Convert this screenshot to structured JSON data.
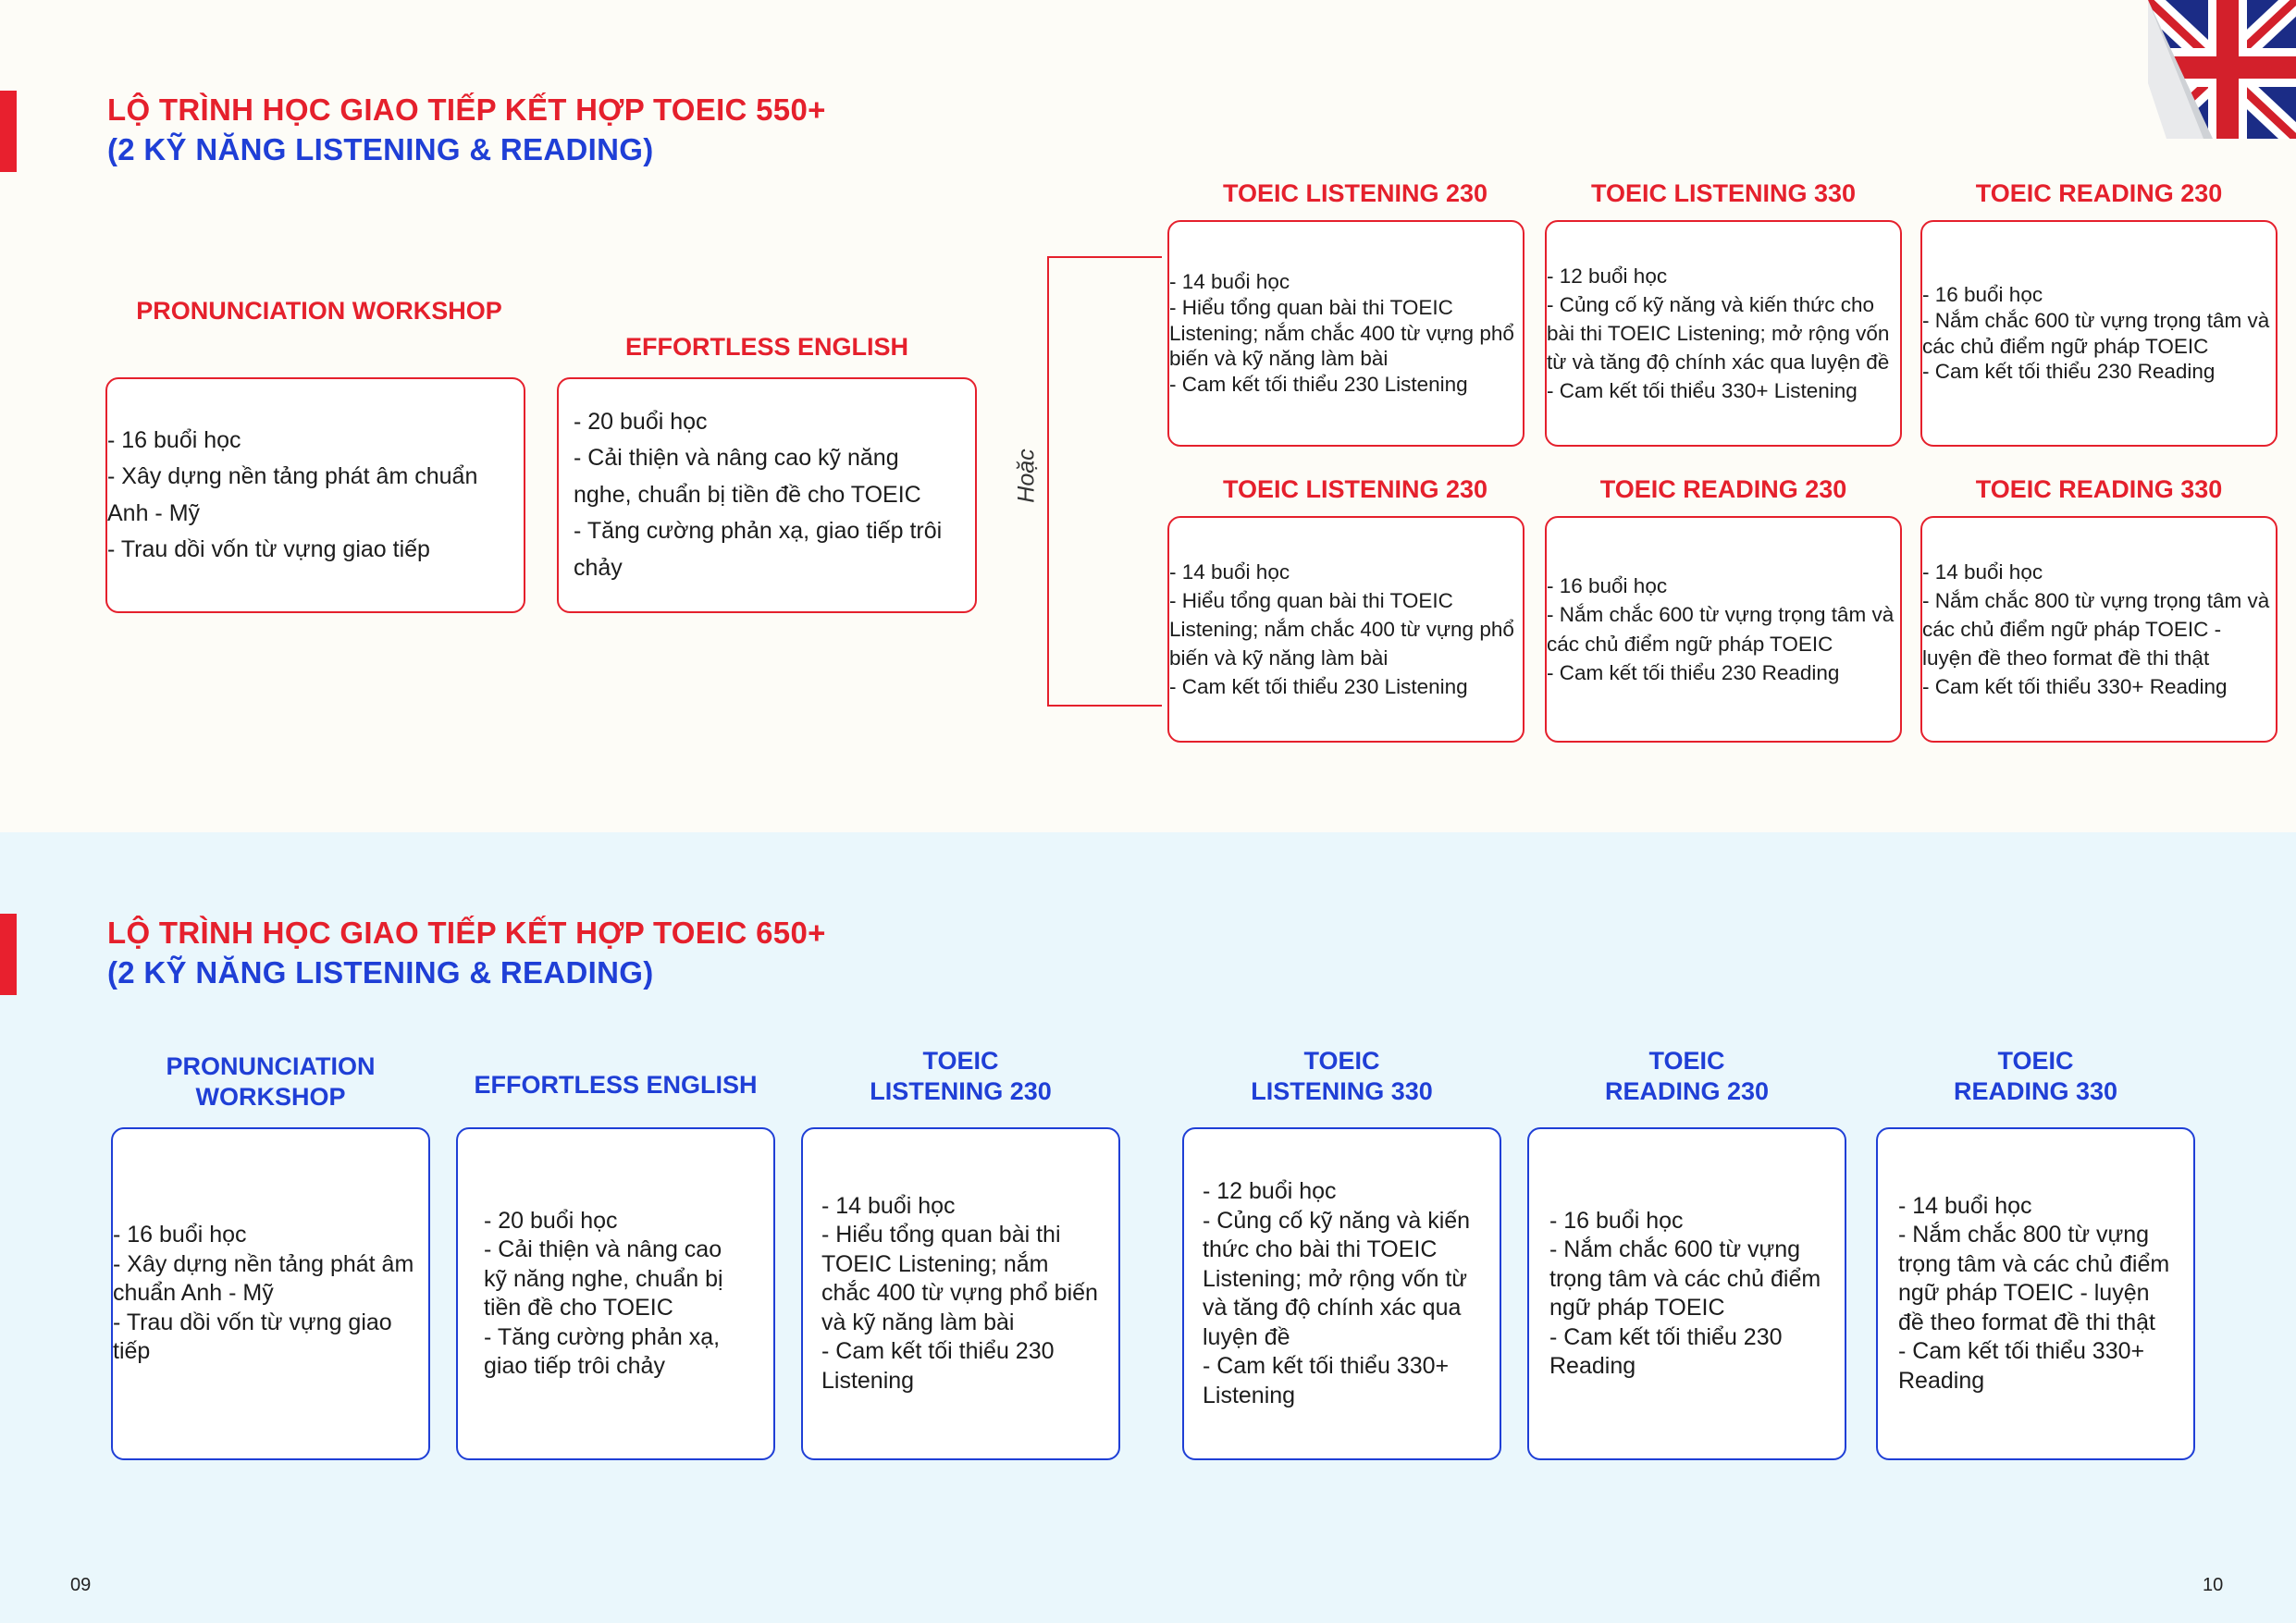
{
  "section1": {
    "title_line1": "LỘ TRÌNH HỌC GIAO TIẾP KẾT HỢP TOEIC 550+",
    "title_line2": "(2 KỸ NĂNG LISTENING & READING)",
    "or_label": "Hoặc",
    "courses": [
      {
        "title": "PRONUNCIATION WORKSHOP",
        "items": [
          "- 16 buổi học",
          "- Xây dựng nền tảng phát âm chuẩn Anh - Mỹ",
          "- Trau dồi vốn từ vựng giao tiếp"
        ]
      },
      {
        "title": "EFFORTLESS ENGLISH",
        "items": [
          "- 20 buổi học",
          "- Cải thiện và nâng cao kỹ năng nghe, chuẩn bị tiền đề cho TOEIC",
          "- Tăng cường phản xạ, giao tiếp trôi chảy"
        ]
      }
    ],
    "option_a": [
      {
        "title": "TOEIC LISTENING 230",
        "items": [
          "- 14 buổi học",
          "- Hiểu tổng quan bài thi TOEIC Listening; nắm chắc 400 từ vựng phổ biến và kỹ năng làm bài",
          "- Cam kết tối thiểu 230 Listening"
        ]
      },
      {
        "title": "TOEIC LISTENING 330",
        "items": [
          "- 12 buổi học",
          "- Củng cố kỹ năng và kiến thức cho bài thi TOEIC Listening; mở rộng vốn từ và tăng độ chính xác qua luyện đề",
          "- Cam kết tối thiểu 330+ Listening"
        ]
      },
      {
        "title": "TOEIC READING 230",
        "items": [
          "- 16 buổi học",
          "- Nắm chắc 600 từ vựng trọng tâm và các chủ điểm ngữ pháp TOEIC",
          "- Cam kết tối thiểu 230 Reading"
        ]
      }
    ],
    "option_b": [
      {
        "title": "TOEIC LISTENING 230",
        "items": [
          "- 14 buổi học",
          "- Hiểu tổng quan bài thi TOEIC Listening; nắm chắc 400 từ vựng phổ biến và kỹ năng làm bài",
          "- Cam kết tối thiểu 230 Listening"
        ]
      },
      {
        "title": "TOEIC READING 230",
        "items": [
          "- 16 buổi học",
          "- Nắm chắc 600 từ vựng trọng tâm và các chủ điểm ngữ pháp TOEIC",
          "- Cam kết tối thiểu 230 Reading"
        ]
      },
      {
        "title": "TOEIC READING 330",
        "items": [
          " - 14 buổi học",
          "- Nắm chắc 800 từ vựng trọng tâm và các chủ điểm ngữ pháp TOEIC - luyện đề theo format đề thi thật",
          "- Cam kết tối thiểu 330+ Reading"
        ]
      }
    ]
  },
  "section2": {
    "title_line1": "LỘ TRÌNH HỌC GIAO TIẾP KẾT HỢP TOEIC 650+",
    "title_line2": "(2 KỸ NĂNG LISTENING & READING)",
    "courses": [
      {
        "title1": "PRONUNCIATION",
        "title2": "WORKSHOP",
        "items": [
          "- 16 buổi học",
          "- Xây dựng nền tảng phát âm chuẩn Anh - Mỹ",
          "- Trau dồi vốn từ vựng giao tiếp"
        ]
      },
      {
        "title1": "EFFORTLESS ENGLISH",
        "title2": "",
        "items": [
          "- 20 buổi học",
          "- Cải thiện và nâng cao kỹ năng nghe, chuẩn bị tiền đề cho TOEIC",
          "- Tăng cường phản xạ, giao tiếp trôi chảy"
        ]
      },
      {
        "title1": "TOEIC",
        "title2": "LISTENING 230",
        "items": [
          "- 14 buổi học",
          "- Hiểu tổng quan bài thi TOEIC Listening; nắm chắc 400 từ vựng phổ biến và kỹ năng làm bài",
          "- Cam kết tối thiểu 230 Listening"
        ]
      },
      {
        "title1": "TOEIC",
        "title2": "LISTENING 330",
        "items": [
          "- 12 buổi học",
          "- Củng cố kỹ năng và kiến thức cho bài thi TOEIC Listening; mở rộng vốn từ và tăng độ chính xác qua luyện đề",
          "- Cam kết tối thiểu 330+ Listening"
        ]
      },
      {
        "title1": "TOEIC",
        "title2": "READING 230",
        "items": [
          "- 16 buổi học",
          "- Nắm chắc 600 từ vựng trọng tâm và các chủ điểm ngữ pháp TOEIC",
          "- Cam kết tối thiểu 230 Reading"
        ]
      },
      {
        "title1": "TOEIC",
        "title2": "READING 330",
        "items": [
          "- 14 buổi học",
          "- Nắm chắc 800 từ vựng trọng tâm và các chủ điểm ngữ pháp TOEIC - luyện đề theo format đề thi thật",
          "- Cam kết tối thiểu 330+ Reading"
        ]
      }
    ]
  },
  "page_left": "09",
  "page_right": "10",
  "colors": {
    "red": "#e5202c",
    "blue": "#1f3fd6",
    "bg_top": "#fdfcf7",
    "bg_bottom": "#eaf7fc"
  }
}
